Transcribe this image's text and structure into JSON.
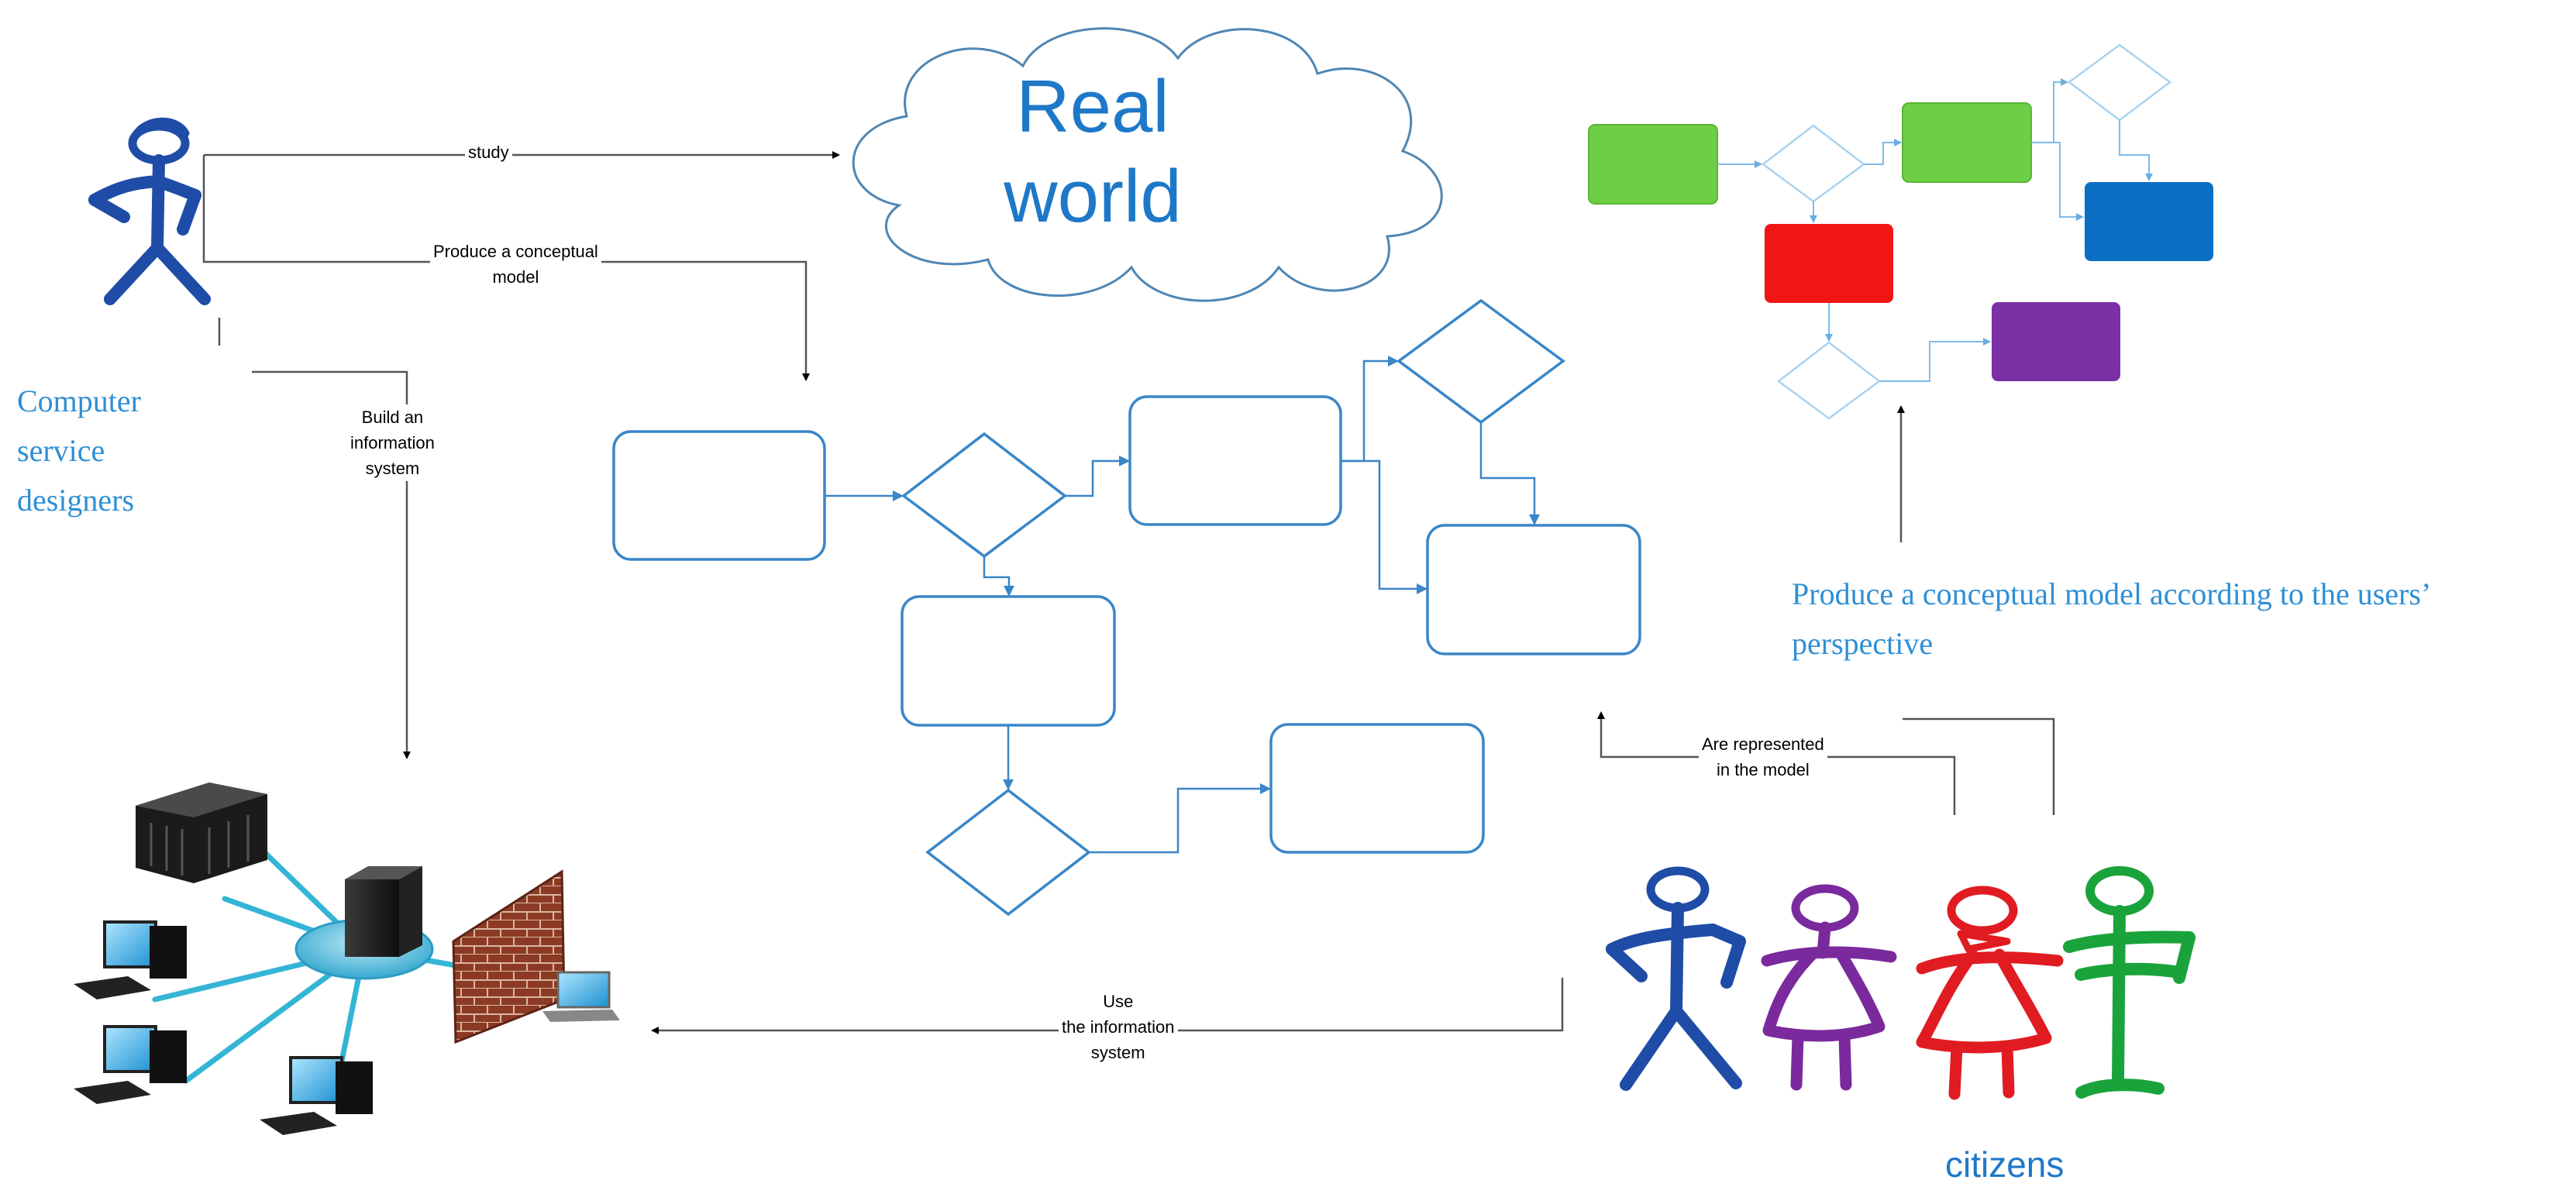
{
  "real_world": {
    "line1": "Real",
    "line2": "world"
  },
  "designers": {
    "line1": "Computer",
    "line2": "service",
    "line3": "designers"
  },
  "arrows": {
    "study": "study",
    "produce_model": {
      "line1": "Produce a conceptual",
      "line2": "model"
    },
    "build": {
      "line1": "Build an",
      "line2": "information",
      "line3": "system"
    },
    "represented": {
      "line1": "Are represented",
      "line2": "in the model"
    },
    "use": {
      "line1": "Use",
      "line2": "the information",
      "line3": "system"
    }
  },
  "users_model_caption": {
    "line1": "Produce a conceptual model according to the users’",
    "line2": "perspective"
  },
  "citizens_label": "citizens",
  "colors": {
    "flow_stroke": "#3a86c8",
    "green": "#6dcf45",
    "blue": "#0b6fc3",
    "red": "#f01616",
    "purple": "#7b2fa5",
    "stick_blue": "#1f4ca6",
    "stick_purple": "#7a2a9c",
    "stick_red": "#e01c22",
    "stick_green": "#1aa33a",
    "caption_blue": "#2e8fd6"
  }
}
